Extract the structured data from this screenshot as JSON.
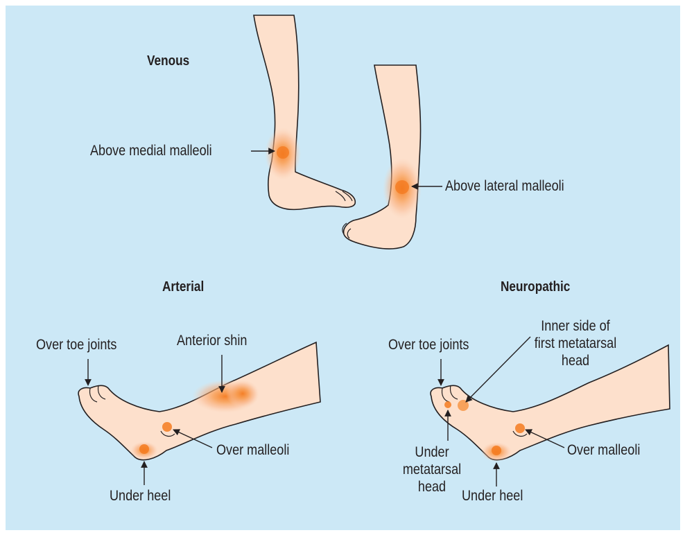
{
  "sections": {
    "venous": {
      "heading": "Venous",
      "labels": {
        "medial": "Above medial malleoli",
        "lateral": "Above lateral malleoli"
      }
    },
    "arterial": {
      "heading": "Arterial",
      "labels": {
        "toe_joints": "Over toe joints",
        "anterior_shin": "Anterior shin",
        "malleoli": "Over malleoli",
        "heel": "Under heel"
      }
    },
    "neuropathic": {
      "heading": "Neuropathic",
      "labels": {
        "toe_joints": "Over toe joints",
        "inner_side_line1": "Inner side of",
        "inner_side_line2": "first metatarsal",
        "inner_side_line3": "head",
        "under_meta_line1": "Under",
        "under_meta_line2": "metatarsal",
        "under_meta_line3": "head",
        "malleoli": "Over malleoli",
        "heel": "Under heel"
      }
    }
  },
  "colors": {
    "background": "#cce8f6",
    "skin": "#fde0cc",
    "outline": "#231f20",
    "ulcer": "#f79646"
  }
}
